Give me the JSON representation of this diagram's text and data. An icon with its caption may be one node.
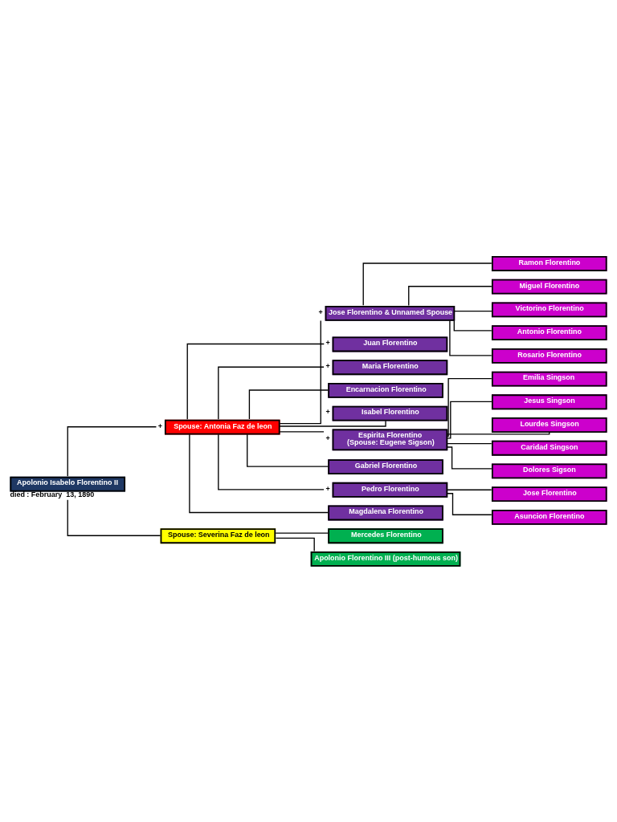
{
  "diagram": {
    "nodes": [
      {
        "text": [
          "Apolonio Isabelo Florentino II"
        ],
        "beside": [
          "died : February  13, 1890"
        ]
      },
      {
        "text": [
          "Spouse: Antonia Faz de leon"
        ],
        "beside": [
          "+"
        ]
      },
      {
        "text": [
          "Spouse: Severina Faz de leon"
        ]
      },
      {
        "text": [
          "Jose Florentino & Unnamed Spouse"
        ],
        "beside": [
          "+"
        ]
      },
      {
        "text": [
          "Ramon Florentino"
        ]
      },
      {
        "text": [
          "Miguel Florentino"
        ]
      },
      {
        "text": [
          "Victorino Florentino"
        ]
      },
      {
        "text": [
          "Antonio Florentino"
        ]
      },
      {
        "text": [
          "Rosario Florentino"
        ]
      },
      {
        "text": [
          "Juan Florentino"
        ],
        "beside": [
          "+"
        ]
      },
      {
        "text": [
          "Maria Florentino"
        ],
        "beside": [
          "+"
        ]
      },
      {
        "text": [
          "Encarnacion Florentino"
        ]
      },
      {
        "text": [
          "Isabel Florentino"
        ],
        "beside": [
          "+"
        ]
      },
      {
        "text": [
          "Espirita Florentino",
          "(Spouse: Eugene Sigson)"
        ],
        "beside": [
          "+"
        ]
      },
      {
        "text": [
          "Emilia Singson"
        ]
      },
      {
        "text": [
          "Jesus Singson"
        ]
      },
      {
        "text": [
          "Lourdes Singson"
        ]
      },
      {
        "text": [
          "Caridad Singson"
        ]
      },
      {
        "text": [
          "Dolores Sigson"
        ]
      },
      {
        "text": [
          "Gabriel Florentino"
        ]
      },
      {
        "text": [
          "Pedro Florentino"
        ],
        "beside": [
          "+"
        ]
      },
      {
        "text": [
          "Jose Florentino"
        ]
      },
      {
        "text": [
          "Asuncion Florentino"
        ]
      },
      {
        "text": [
          "Magdalena Florentino"
        ]
      },
      {
        "text": [
          "Mercedes Florentino"
        ]
      },
      {
        "text": [
          "Apolonio Florentino III (post-humous son)"
        ]
      }
    ],
    "edges": [
      {
        "from": 0,
        "to": 1,
        "arrow": "none"
      },
      {
        "from": 0,
        "to": 2,
        "arrow": "none"
      },
      {
        "from": 1,
        "to": 3,
        "arrow": "none"
      },
      {
        "from": 3,
        "to": 4,
        "arrow": "none"
      },
      {
        "from": 3,
        "to": 5,
        "arrow": "none"
      },
      {
        "from": 3,
        "to": 6,
        "arrow": "none"
      },
      {
        "from": 3,
        "to": 7,
        "arrow": "none"
      },
      {
        "from": 3,
        "to": 8,
        "arrow": "none"
      },
      {
        "from": 1,
        "to": 9,
        "arrow": "none"
      },
      {
        "from": 1,
        "to": 10,
        "arrow": "none"
      },
      {
        "from": 1,
        "to": 11,
        "arrow": "none"
      },
      {
        "from": 1,
        "to": 12,
        "arrow": "none"
      },
      {
        "from": 1,
        "to": 13,
        "arrow": "none"
      },
      {
        "from": 13,
        "to": 14,
        "arrow": "none"
      },
      {
        "from": 13,
        "to": 15,
        "arrow": "none"
      },
      {
        "from": 13,
        "to": 16,
        "arrow": "none"
      },
      {
        "from": 13,
        "to": 17,
        "arrow": "none"
      },
      {
        "from": 13,
        "to": 18,
        "arrow": "none"
      },
      {
        "from": 1,
        "to": 19,
        "arrow": "none"
      },
      {
        "from": 1,
        "to": 20,
        "arrow": "none"
      },
      {
        "from": 20,
        "to": 21,
        "arrow": "none"
      },
      {
        "from": 20,
        "to": 22,
        "arrow": "none"
      },
      {
        "from": 1,
        "to": 23,
        "arrow": "none"
      },
      {
        "from": 2,
        "to": 24,
        "arrow": "none"
      },
      {
        "from": 2,
        "to": 25,
        "arrow": "none"
      }
    ]
  }
}
